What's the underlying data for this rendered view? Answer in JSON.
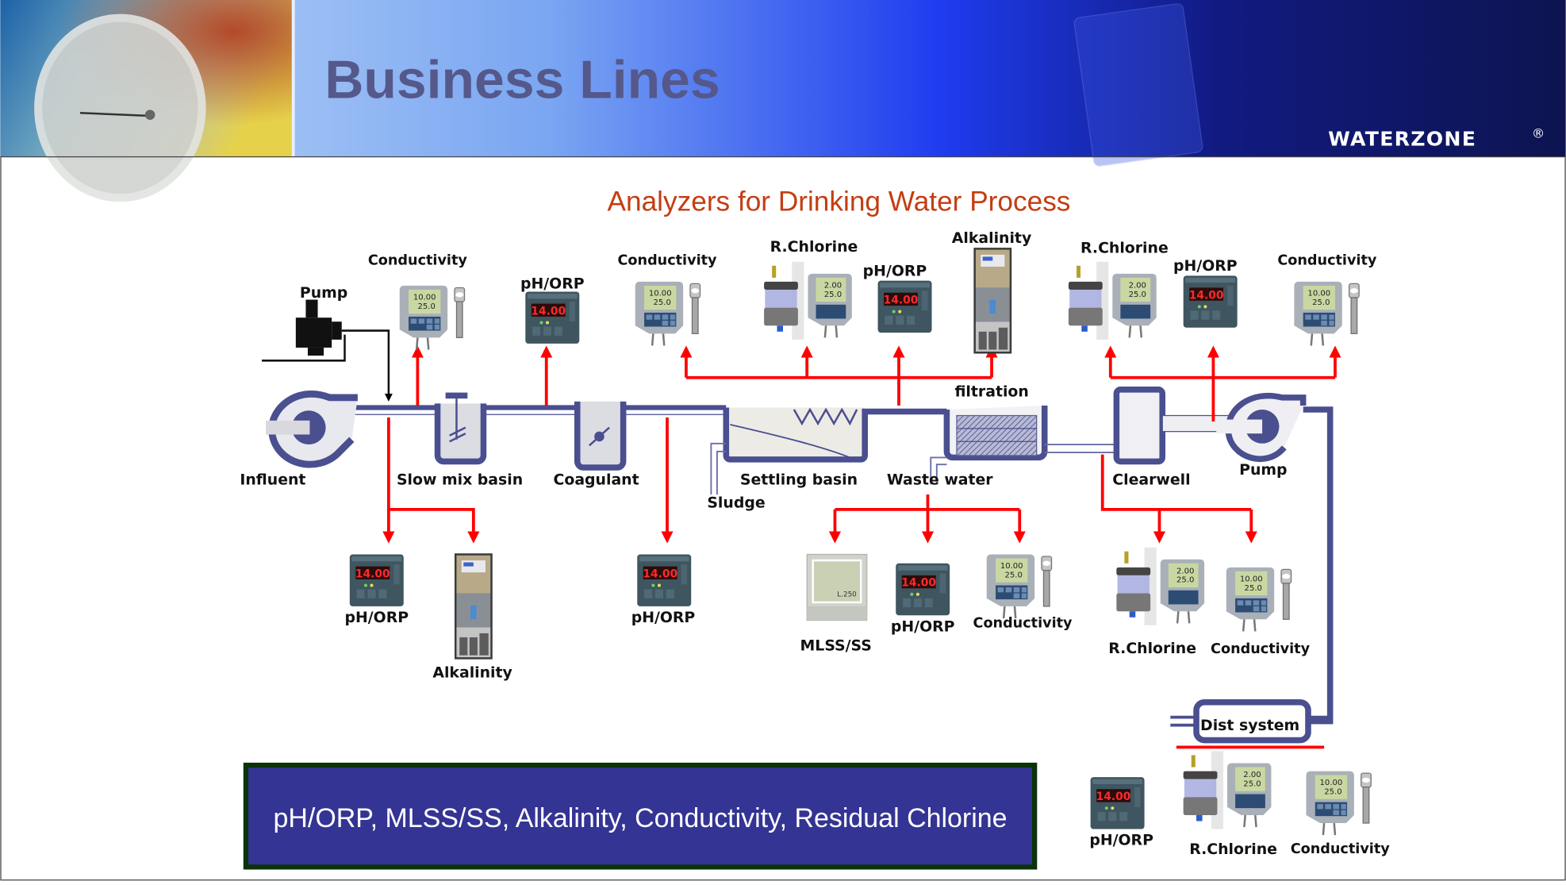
{
  "header": {
    "title": "Business Lines",
    "brand": "WATERZONE",
    "brand_mark": "®"
  },
  "diagram": {
    "title": "Analyzers for Drinking Water Process",
    "process_stages": {
      "influent": "Influent",
      "pump_feed": "Pump",
      "slow_mix": "Slow mix basin",
      "coagulant": "Coagulant",
      "sludge": "Sludge",
      "settling": "Settling basin",
      "waste_water": "Waste water",
      "filtration": "filtration",
      "clearwell": "Clearwell",
      "pump_out": "Pump",
      "dist_system": "Dist system"
    },
    "top_analyzers": [
      {
        "label": "Conductivity",
        "type": "conductivity"
      },
      {
        "label": "pH/ORP",
        "type": "ph"
      },
      {
        "label": "Conductivity",
        "type": "conductivity"
      },
      {
        "label": "R.Chlorine",
        "type": "chlorine"
      },
      {
        "label": "pH/ORP",
        "type": "ph"
      },
      {
        "label": "Alkalinity",
        "type": "alkalinity"
      },
      {
        "label": "R.Chlorine",
        "type": "chlorine"
      },
      {
        "label": "pH/ORP",
        "type": "ph"
      },
      {
        "label": "Conductivity",
        "type": "conductivity"
      }
    ],
    "bottom_analyzers": [
      {
        "label": "pH/ORP",
        "type": "ph"
      },
      {
        "label": "Alkalinity",
        "type": "alkalinity"
      },
      {
        "label": "pH/ORP",
        "type": "ph"
      },
      {
        "label": "MLSS/SS",
        "type": "mlss"
      },
      {
        "label": "pH/ORP",
        "type": "ph"
      },
      {
        "label": "Conductivity",
        "type": "conductivity"
      },
      {
        "label": "R.Chlorine",
        "type": "chlorine"
      },
      {
        "label": "Conductivity",
        "type": "conductivity"
      }
    ],
    "dist_analyzers": [
      {
        "label": "pH/ORP",
        "type": "ph"
      },
      {
        "label": "R.Chlorine",
        "type": "chlorine"
      },
      {
        "label": "Conductivity",
        "type": "conductivity"
      }
    ],
    "device_readouts": {
      "ph_display": "14.00",
      "conductivity_top": "10.00",
      "conductivity_bottom": "25.0",
      "chlorine_top": "2.00",
      "chlorine_bottom": "25.0"
    }
  },
  "summary_banner": {
    "text": "pH/ORP,  MLSS/SS, Alkalinity, Conductivity, Residual Chlorine"
  },
  "colors": {
    "title_red": "#c43d12",
    "signal_red": "#ff0000",
    "pipe_blue": "#4a4f8f",
    "banner_fill": "#343494",
    "banner_border": "#0b3308",
    "header_dark": "#0d1450"
  }
}
